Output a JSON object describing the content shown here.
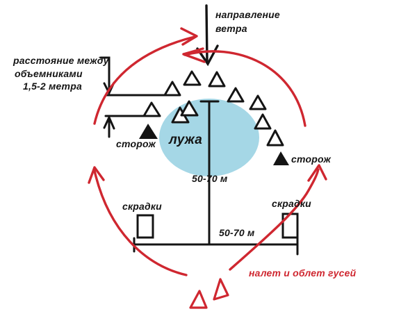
{
  "diagram": {
    "wind": {
      "line1": "направление",
      "line2": "ветра"
    },
    "spacing_note": {
      "line1": "расстояние между",
      "line2": "объемниками",
      "line3": "1,5-2 метра"
    },
    "pond_label": "лужа",
    "guards": {
      "left": "сторож",
      "right": "сторож"
    },
    "distances": {
      "vertical": "50-70 м",
      "horizontal": "50-70 м"
    },
    "blinds": {
      "left": "скрадки",
      "right": "скрадки"
    },
    "flight_label": "налет и облет гусей"
  },
  "colors": {
    "ink": "#141414",
    "flight_red": "#cf2730",
    "pond_blue": "#a5d7e6",
    "background": "#ffffff"
  }
}
